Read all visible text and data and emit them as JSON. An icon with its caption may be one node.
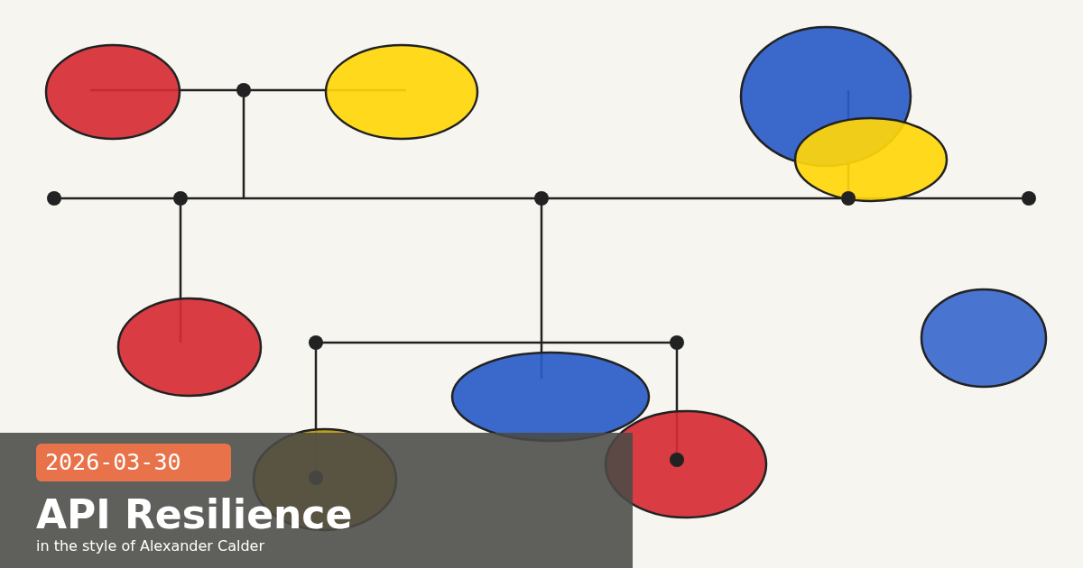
{
  "diagram": {
    "title": "API Resilience",
    "labels": [
      "2026-03-30",
      "in the style of Alexander Calder"
    ]
  }
}
